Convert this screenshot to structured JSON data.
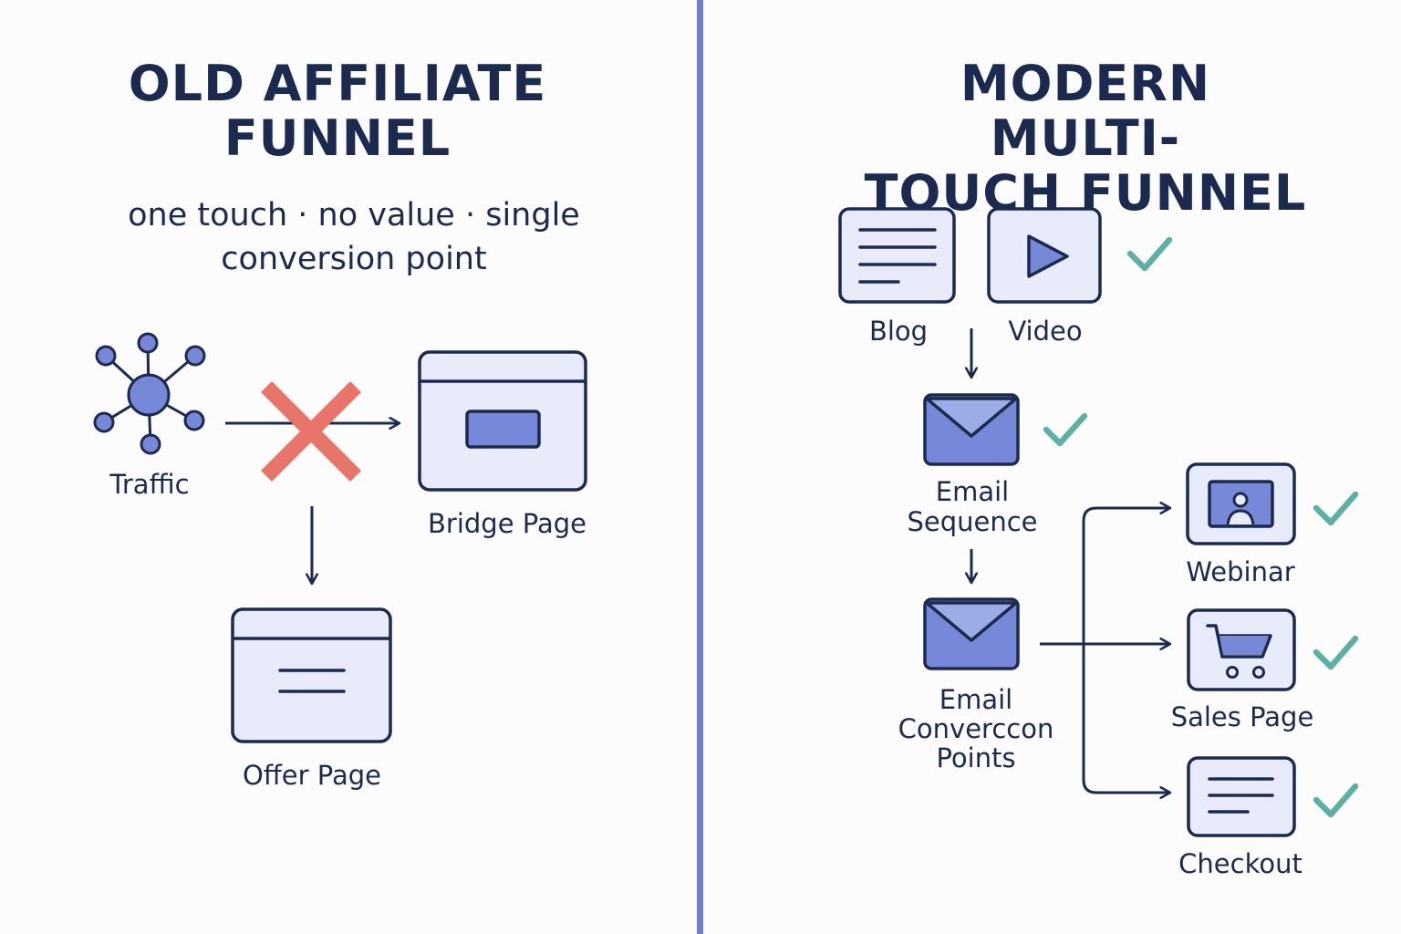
{
  "colors": {
    "ink": "#1c2a4f",
    "fill_light": "#e8ebf9",
    "fill_blue": "#7788d9",
    "envelope_flap": "#9dabe6",
    "divider": "#6f82c6",
    "cross": "#e8756b",
    "check": "#5fb0a3",
    "background": "#fcfcfd"
  },
  "left": {
    "title_line1": "OLD AFFILIATE",
    "title_line2": "FUNNEL",
    "subtitle_line1": "one touch · no value · single",
    "subtitle_line2": "conversion point",
    "nodes": {
      "traffic": {
        "label": "Traffic",
        "icon": "network-hub-icon"
      },
      "bridge": {
        "label": "Bridge Page",
        "icon": "browser-window-icon"
      },
      "offer": {
        "label": "Offer Page",
        "icon": "browser-window-icon"
      }
    },
    "blocked_marker": "cross-icon"
  },
  "right": {
    "title_line1": "MODERN MULTI-",
    "title_line2": "TOUCH FUNNEL",
    "nodes": {
      "blog": {
        "label": "Blog",
        "icon": "document-icon"
      },
      "video": {
        "label": "Video",
        "icon": "play-icon"
      },
      "email_sequence": {
        "label_line1": "Email",
        "label_line2": "Sequence",
        "icon": "envelope-icon"
      },
      "email_conversion": {
        "label_line1": "Email",
        "label_line2": "Converccon",
        "label_line3": "Points",
        "icon": "envelope-icon"
      },
      "webinar": {
        "label": "Webinar",
        "icon": "webinar-presenter-icon"
      },
      "sales": {
        "label": "Sales Page",
        "icon": "shopping-cart-icon"
      },
      "checkout": {
        "label": "Checkout",
        "icon": "checkout-form-icon"
      }
    },
    "success_marker": "checkmark-icon"
  }
}
